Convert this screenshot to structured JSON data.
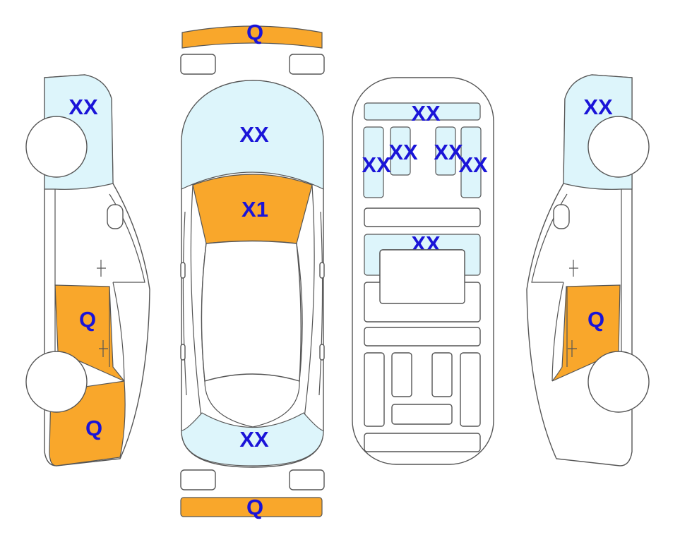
{
  "colors": {
    "damage": "#f9a72b",
    "glass": "#ddf5fb",
    "code_text": "#1a14d8",
    "outline": "#555555"
  },
  "codes": {
    "front_bumper": "Q",
    "rear_bumper": "Q",
    "top_windshield": "XX",
    "top_hood": "X1",
    "top_rear_glass": "XX",
    "interior_dashboard": "XX",
    "interior_front_left_seat": "XX",
    "interior_front_left_inner": "XX",
    "interior_front_right_inner": "XX",
    "interior_front_right_seat": "XX",
    "interior_rear_bench": "XX",
    "left_windshield": "XX",
    "left_front_door": "Q",
    "left_front_fender": "Q",
    "right_windshield": "XX",
    "right_front_door": "Q"
  }
}
